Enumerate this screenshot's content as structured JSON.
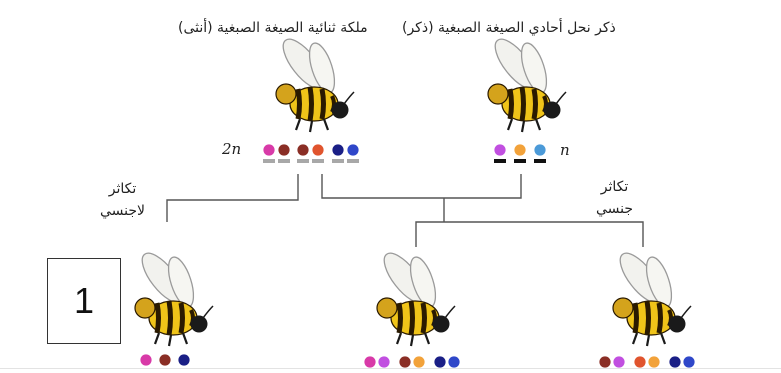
{
  "labels": {
    "queen": "ملكة ثنائية الصيغة الصبغية (أنثى)",
    "drone": "ذكر نحل أحادي الصيغة الصبغية (ذكر)",
    "asexual_line1": "تكاثر",
    "asexual_line2": "لاجنسي",
    "sexual_line1": "تكاثر",
    "sexual_line2": "جنسي",
    "ploidy_queen": "2n",
    "ploidy_drone": "n"
  },
  "box_number": "1",
  "colors": {
    "magenta": "#d83aa8",
    "brown": "#8a2e25",
    "orange_red": "#e0542e",
    "navy": "#1a1f86",
    "blue": "#2f47c9",
    "violet": "#c14fe0",
    "amber": "#f2a23a",
    "sky": "#4b9ad8",
    "bar_gray": "#a8a8a8",
    "bar_black": "#111111",
    "line": "#555555"
  },
  "chromosomes": {
    "queen": [
      "magenta",
      "brown",
      "brown",
      "orange_red",
      "navy",
      "blue"
    ],
    "drone": [
      "violet",
      "amber",
      "sky"
    ],
    "offspring_asexual": [
      "magenta",
      "brown",
      "navy"
    ],
    "offspring_sexual_1": [
      "magenta",
      "violet",
      "brown",
      "amber",
      "navy",
      "blue"
    ],
    "offspring_sexual_2": [
      "brown",
      "violet",
      "orange_red",
      "amber",
      "navy",
      "blue"
    ]
  },
  "icons": [
    "bee-icon"
  ]
}
